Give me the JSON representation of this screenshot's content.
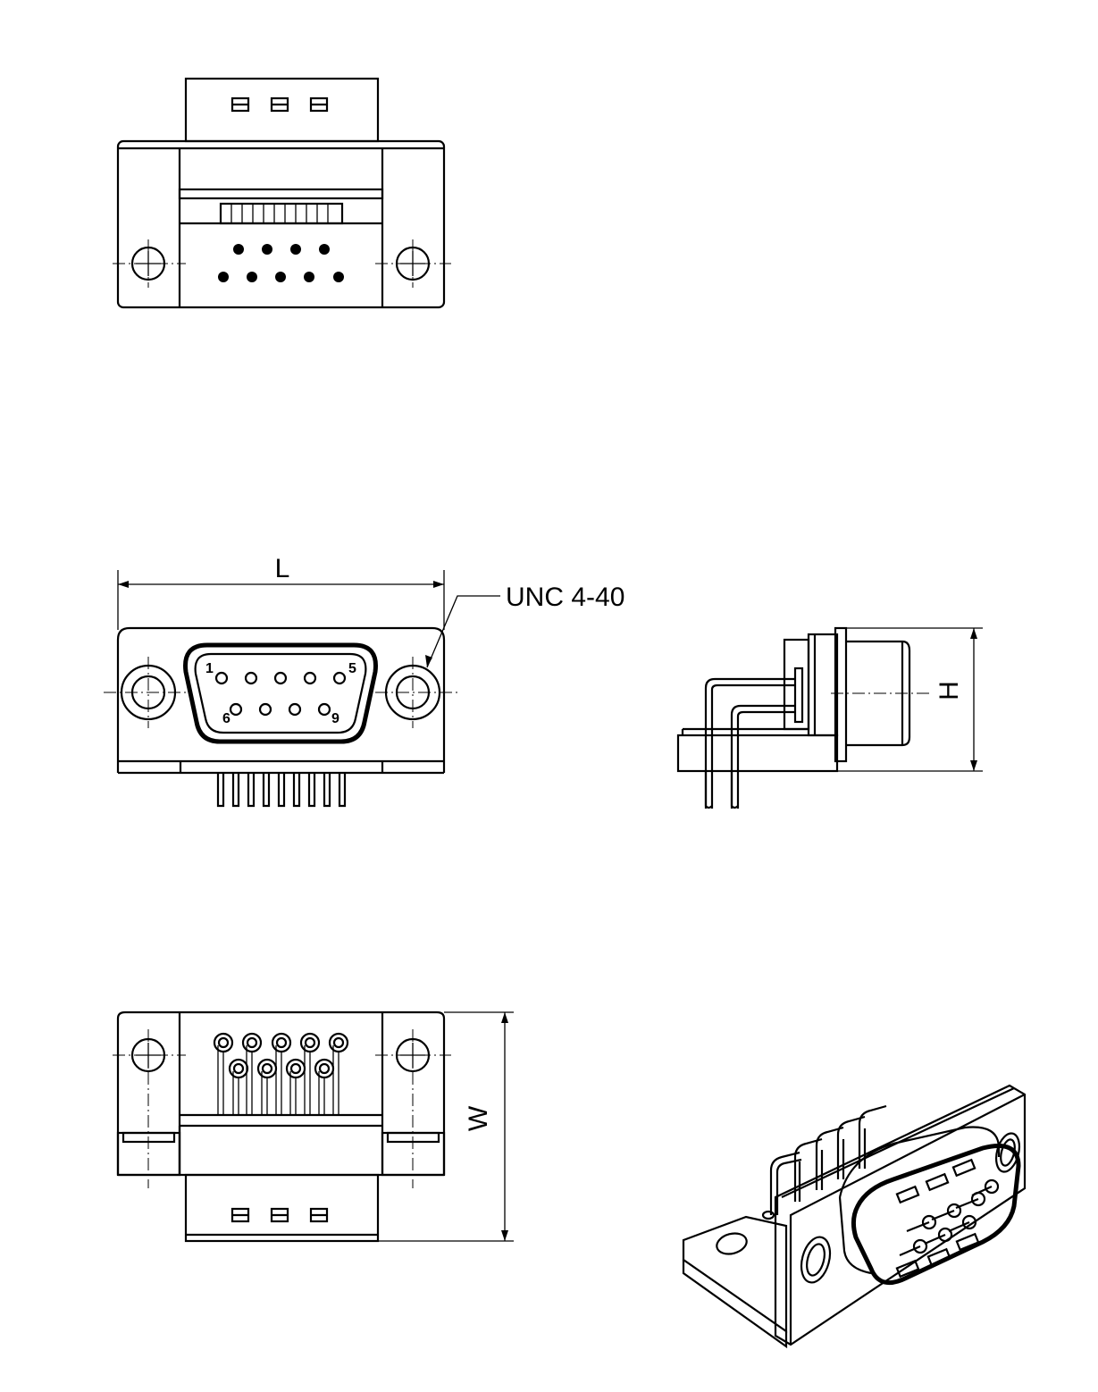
{
  "dimensions": {
    "length_label": "L",
    "height_label": "H",
    "width_label": "W",
    "thread_label": "UNC 4-40"
  },
  "pin_numbers": {
    "pin1": "1",
    "pin5": "5",
    "pin6": "6",
    "pin9": "9"
  }
}
